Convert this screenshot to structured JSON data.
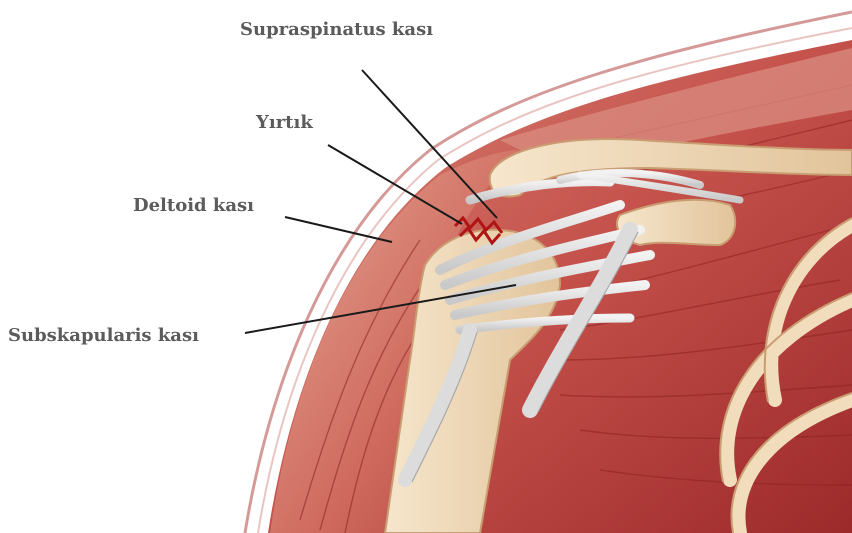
{
  "figure": {
    "labels": {
      "supraspinatus": "Supraspinatus kası",
      "tear": "Yırtık",
      "deltoid": "Deltoid kası",
      "subscapularis": "Subskapularis kası"
    }
  },
  "colors": {
    "muscle_dark": "#9c2a2a",
    "muscle": "#c4504a",
    "muscle_light": "#d98878",
    "skin_outline": "#d59a98",
    "bone": "#f1dcbc",
    "bone_shadow": "#d6b58c",
    "tendon": "#d9d9d9",
    "tear_mark": "#b01515",
    "leader_line": "#1a1a1a",
    "label_text": "#5b5b5b"
  }
}
